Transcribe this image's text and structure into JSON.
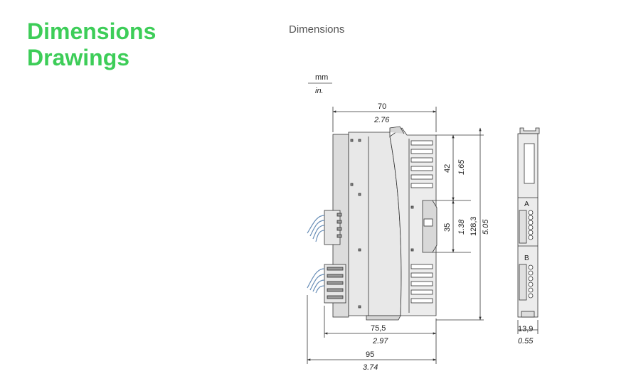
{
  "heading": {
    "line1": "Dimensions",
    "line2": "Drawings"
  },
  "subtitle": "Dimensions",
  "units": {
    "primary": "mm",
    "secondary": "in."
  },
  "side_view": {
    "width_top": {
      "mm": "70",
      "in": "2.76"
    },
    "width_mid": {
      "mm": "75,5",
      "in": "2.97"
    },
    "width_total": {
      "mm": "95",
      "in": "3.74"
    },
    "height_upper": {
      "mm": "42",
      "in": "1.65"
    },
    "height_rail": {
      "mm": "35",
      "in": "1.38"
    },
    "height_total": {
      "mm": "128,3",
      "in": "5.05"
    }
  },
  "front_view": {
    "label_a": "A",
    "label_b": "B",
    "width": {
      "mm": "13,9",
      "in": "0.55"
    }
  },
  "colors": {
    "accent": "#3dcd58",
    "body_fill": "#e8e8e8",
    "line": "#333333"
  }
}
